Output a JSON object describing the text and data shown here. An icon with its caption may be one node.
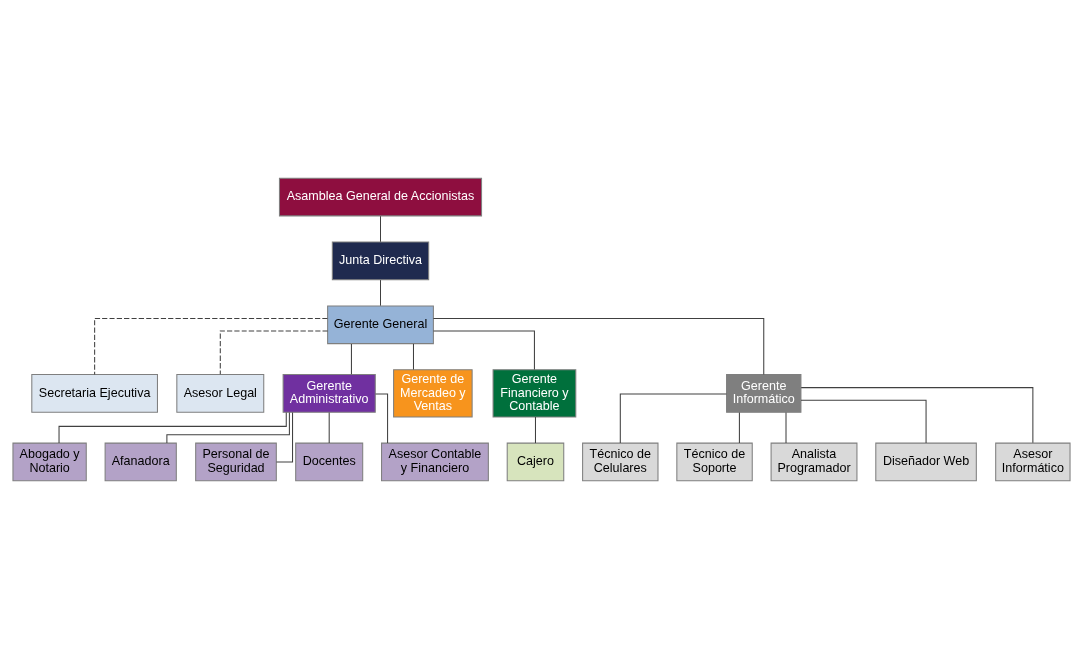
{
  "diagram": {
    "nodes": [
      {
        "text": [
          "Asamblea General de Accionistas"
        ]
      },
      {
        "text": [
          "Junta Directiva"
        ]
      },
      {
        "text": [
          "Gerente General"
        ]
      },
      {
        "text": [
          "Secretaria Ejecutiva"
        ]
      },
      {
        "text": [
          "Asesor Legal"
        ]
      },
      {
        "text": [
          "Gerente Administrativo"
        ]
      },
      {
        "text": [
          "Gerente de Mercadeo y Ventas"
        ]
      },
      {
        "text": [
          "Gerente Financiero y Contable"
        ]
      },
      {
        "text": [
          "Gerente Informático"
        ]
      },
      {
        "text": [
          "Abogado y Notario"
        ]
      },
      {
        "text": [
          "Afanadora"
        ]
      },
      {
        "text": [
          "Personal de Seguridad"
        ]
      },
      {
        "text": [
          "Docentes"
        ]
      },
      {
        "text": [
          "Asesor Contable y Financiero"
        ]
      },
      {
        "text": [
          "Cajero"
        ]
      },
      {
        "text": [
          "Técnico de Celulares"
        ]
      },
      {
        "text": [
          "Técnico de Soporte"
        ]
      },
      {
        "text": [
          "Analista Programador"
        ]
      },
      {
        "text": [
          "Diseñador Web"
        ]
      },
      {
        "text": [
          "Asesor Informático"
        ]
      }
    ],
    "edges": [
      {
        "from": 0,
        "to": 1,
        "arrow": "none"
      },
      {
        "from": 1,
        "to": 2,
        "arrow": "none"
      },
      {
        "from": 2,
        "to": 3,
        "arrow": "none",
        "style": "dashed"
      },
      {
        "from": 2,
        "to": 4,
        "arrow": "none",
        "style": "dashed"
      },
      {
        "from": 2,
        "to": 5,
        "arrow": "none"
      },
      {
        "from": 2,
        "to": 6,
        "arrow": "none"
      },
      {
        "from": 2,
        "to": 7,
        "arrow": "none"
      },
      {
        "from": 2,
        "to": 8,
        "arrow": "none"
      },
      {
        "from": 5,
        "to": 9,
        "arrow": "none"
      },
      {
        "from": 5,
        "to": 10,
        "arrow": "none"
      },
      {
        "from": 5,
        "to": 11,
        "arrow": "none"
      },
      {
        "from": 5,
        "to": 12,
        "arrow": "none"
      },
      {
        "from": 5,
        "to": 13,
        "arrow": "none"
      },
      {
        "from": 7,
        "to": 14,
        "arrow": "none"
      },
      {
        "from": 8,
        "to": 15,
        "arrow": "none"
      },
      {
        "from": 8,
        "to": 16,
        "arrow": "none"
      },
      {
        "from": 8,
        "to": 17,
        "arrow": "none"
      },
      {
        "from": 8,
        "to": 18,
        "arrow": "none"
      },
      {
        "from": 8,
        "to": 19,
        "arrow": "none"
      }
    ]
  }
}
